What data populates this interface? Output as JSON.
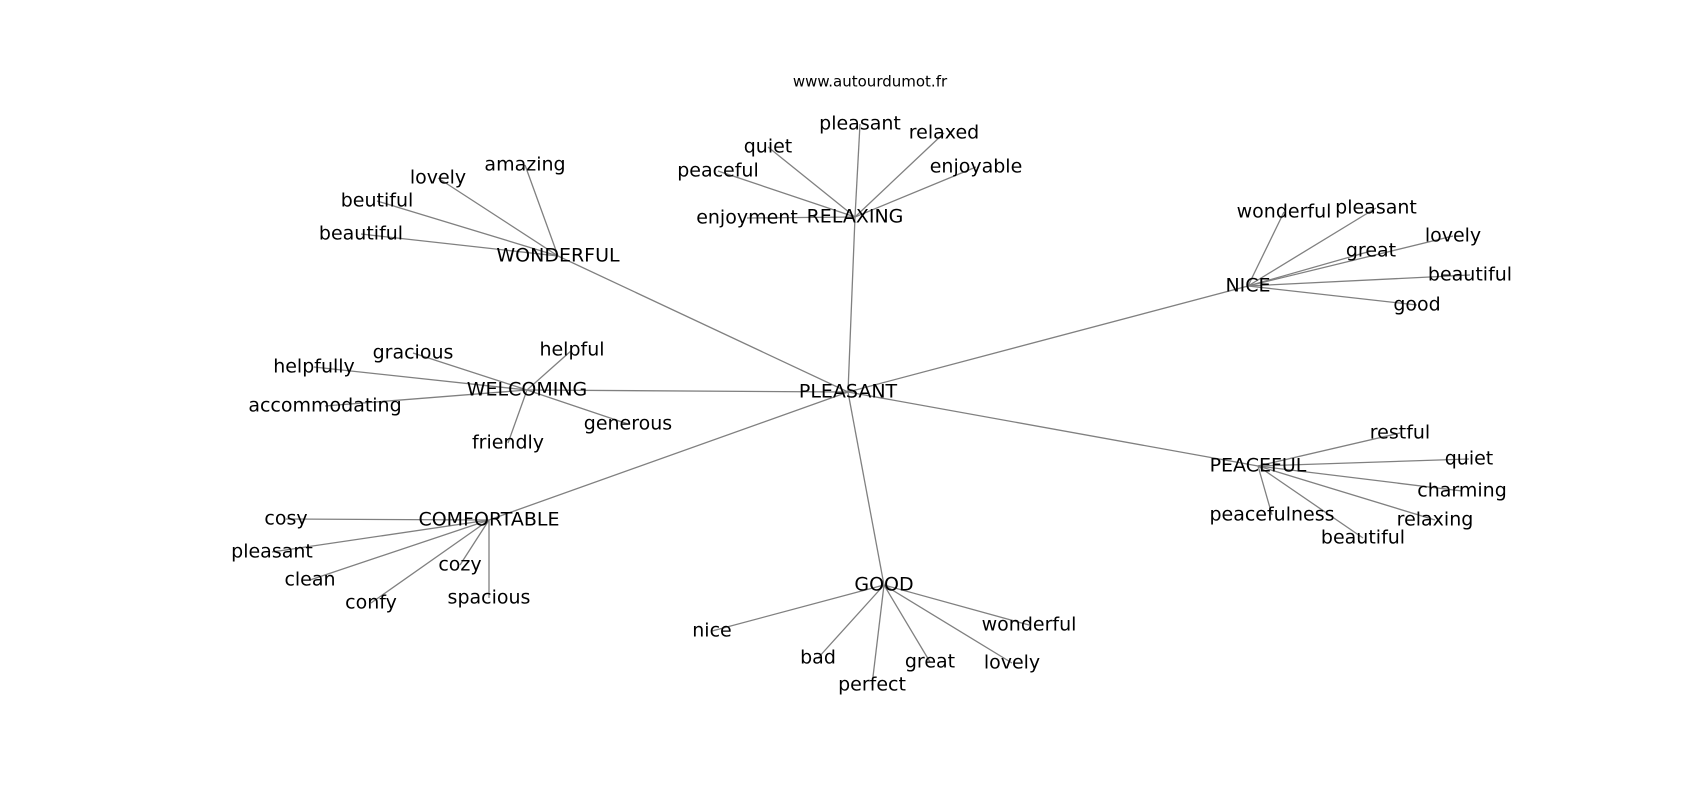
{
  "source_url": "www.autourdumot.fr",
  "colors": {
    "edge": "#808080",
    "text": "#000000",
    "background": "#ffffff"
  },
  "graph": {
    "root": "PLEASANT",
    "clusters": [
      {
        "id": "wonderful",
        "hub": "WONDERFUL",
        "words": [
          "amazing",
          "lovely",
          "beutiful",
          "beautiful"
        ]
      },
      {
        "id": "relaxing",
        "hub": "RELAXING",
        "words": [
          "pleasant",
          "relaxed",
          "quiet",
          "enjoyable",
          "peaceful",
          "enjoyment"
        ]
      },
      {
        "id": "nice",
        "hub": "NICE",
        "words": [
          "wonderful",
          "pleasant",
          "lovely",
          "great",
          "beautiful",
          "good"
        ]
      },
      {
        "id": "welcoming",
        "hub": "WELCOMING",
        "words": [
          "gracious",
          "helpful",
          "helpfully",
          "accommodating",
          "generous",
          "friendly"
        ]
      },
      {
        "id": "peaceful",
        "hub": "PEACEFUL",
        "words": [
          "restful",
          "quiet",
          "charming",
          "peacefulness",
          "relaxing",
          "beautiful"
        ]
      },
      {
        "id": "comfortable",
        "hub": "COMFORTABLE",
        "words": [
          "cosy",
          "pleasant",
          "cozy",
          "clean",
          "confy",
          "spacious"
        ]
      },
      {
        "id": "good",
        "hub": "GOOD",
        "words": [
          "wonderful",
          "nice",
          "bad",
          "great",
          "lovely",
          "perfect"
        ]
      }
    ]
  }
}
